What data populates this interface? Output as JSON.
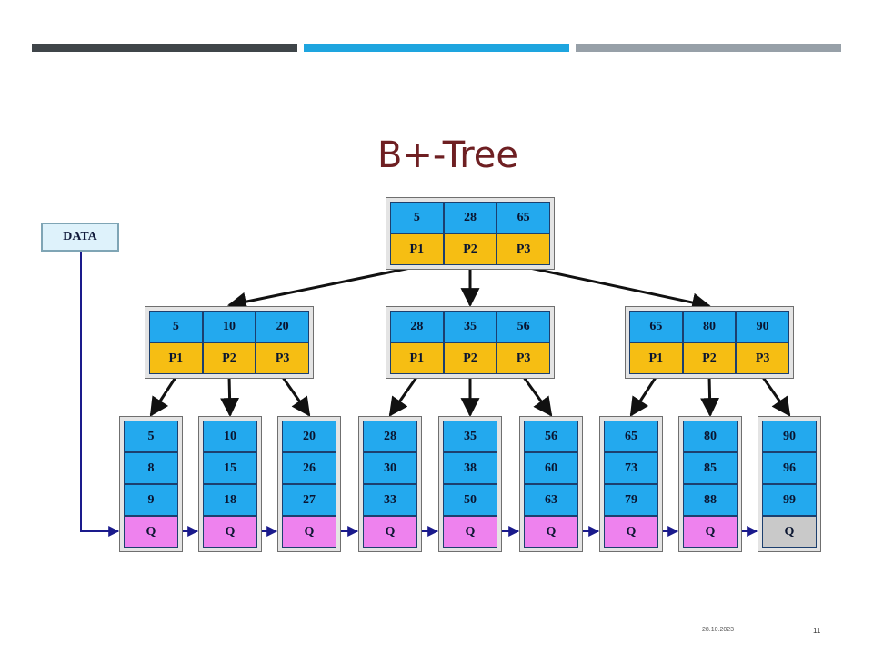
{
  "slide": {
    "title": "B+-Tree",
    "date": "28.10.2023",
    "page_number": "11",
    "accent_colors": [
      "#3f4549",
      "#1ea5df",
      "#97a0a8"
    ]
  },
  "tree": {
    "data_label": "DATA",
    "root": {
      "keys": [
        "5",
        "28",
        "65"
      ],
      "pointers": [
        "P1",
        "P2",
        "P3"
      ]
    },
    "internal": [
      {
        "keys": [
          "5",
          "10",
          "20"
        ],
        "pointers": [
          "P1",
          "P2",
          "P3"
        ]
      },
      {
        "keys": [
          "28",
          "35",
          "56"
        ],
        "pointers": [
          "P1",
          "P2",
          "P3"
        ]
      },
      {
        "keys": [
          "65",
          "80",
          "90"
        ],
        "pointers": [
          "P1",
          "P2",
          "P3"
        ]
      }
    ],
    "leaves": [
      {
        "keys": [
          "5",
          "8",
          "9"
        ],
        "pointer": "Q"
      },
      {
        "keys": [
          "10",
          "15",
          "18"
        ],
        "pointer": "Q"
      },
      {
        "keys": [
          "20",
          "26",
          "27"
        ],
        "pointer": "Q"
      },
      {
        "keys": [
          "28",
          "30",
          "33"
        ],
        "pointer": "Q"
      },
      {
        "keys": [
          "35",
          "38",
          "50"
        ],
        "pointer": "Q"
      },
      {
        "keys": [
          "56",
          "60",
          "63"
        ],
        "pointer": "Q"
      },
      {
        "keys": [
          "65",
          "73",
          "79"
        ],
        "pointer": "Q"
      },
      {
        "keys": [
          "80",
          "85",
          "88"
        ],
        "pointer": "Q"
      },
      {
        "keys": [
          "90",
          "96",
          "99"
        ],
        "pointer": "Q"
      }
    ],
    "colors": {
      "key_cell": "#23a9ee",
      "pointer_cell": "#f6be13",
      "leaf_pointer_cell": "#ee82ee",
      "last_leaf_pointer_cell": "#c9c9c9",
      "leaf_link": "#1a1a8c"
    }
  }
}
